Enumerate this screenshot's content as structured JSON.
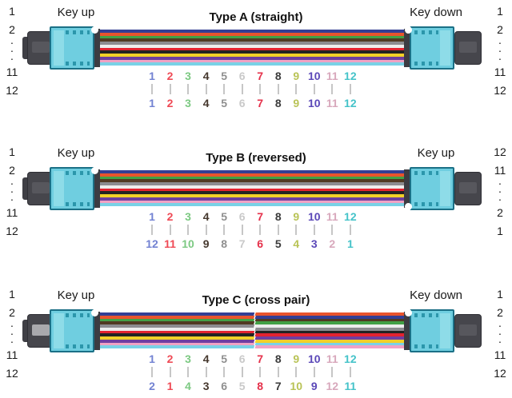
{
  "palette": {
    "text_color": "#1a1a1a",
    "tick_color": "#c6c6c6",
    "digit_colors": [
      "#7282d2",
      "#ef4a55",
      "#7cc982",
      "#46382e",
      "#8f8f8f",
      "#c9c9c9",
      "#e5304a",
      "#3b3b3b",
      "#b9c356",
      "#5b48b8",
      "#d8a8bc",
      "#45c3c9"
    ],
    "fiber_colors": [
      "#333e94",
      "#e8542c",
      "#42a046",
      "#503a22",
      "#8c8c90",
      "#ededed",
      "#e32330",
      "#232323",
      "#f2d028",
      "#6f3fa0",
      "#f0a2c4",
      "#79d2e6"
    ],
    "fiber_color_names": [
      "blue",
      "orange",
      "green",
      "brown",
      "slate",
      "white",
      "red",
      "black",
      "yellow",
      "violet",
      "rose",
      "aqua"
    ],
    "connector": {
      "cap": "#3f3f45",
      "boot": "#46464c",
      "boot_outline": "#2f2f35",
      "tab_dark": "#57575d",
      "tab_light": "#a9a9ad",
      "body": "#6fcee0",
      "band": "#8edce8",
      "outline": "#1b7086",
      "tick": "#2b96ab",
      "bar": "#3c3c42",
      "dot": "#ffffff"
    }
  },
  "cables": [
    {
      "title": "Type A (straight)",
      "left_key_label": "Key up",
      "right_key_label": "Key down",
      "left_margin": [
        "1",
        "2",
        "·",
        "·",
        "·",
        "11",
        "12"
      ],
      "right_margin": [
        "1",
        "2",
        "·",
        "·",
        "·",
        "11",
        "12"
      ],
      "top_row": [
        "1",
        "2",
        "3",
        "4",
        "5",
        "6",
        "7",
        "8",
        "9",
        "10",
        "11",
        "12"
      ],
      "bottom_row": [
        "1",
        "2",
        "3",
        "4",
        "5",
        "6",
        "7",
        "8",
        "9",
        "10",
        "11",
        "12"
      ],
      "ribbon_left_fibers": [
        1,
        2,
        3,
        4,
        5,
        6,
        7,
        8,
        9,
        10,
        11,
        12
      ],
      "ribbon_right_fibers": [
        1,
        2,
        3,
        4,
        5,
        6,
        7,
        8,
        9,
        10,
        11,
        12
      ],
      "crossover": false,
      "right_dot_position": "top",
      "left_tab": "dark",
      "right_tab": "dark"
    },
    {
      "title": "Type B (reversed)",
      "left_key_label": "Key up",
      "right_key_label": "Key up",
      "left_margin": [
        "1",
        "2",
        "·",
        "·",
        "·",
        "11",
        "12"
      ],
      "right_margin": [
        "12",
        "11",
        "·",
        "·",
        "·",
        "2",
        "1"
      ],
      "top_row": [
        "1",
        "2",
        "3",
        "4",
        "5",
        "6",
        "7",
        "8",
        "9",
        "10",
        "11",
        "12"
      ],
      "bottom_row": [
        "12",
        "11",
        "10",
        "9",
        "8",
        "7",
        "6",
        "5",
        "4",
        "3",
        "2",
        "1"
      ],
      "ribbon_left_fibers": [
        1,
        2,
        3,
        4,
        5,
        6,
        7,
        8,
        9,
        10,
        11,
        12
      ],
      "ribbon_right_fibers": [
        1,
        2,
        3,
        4,
        5,
        6,
        7,
        8,
        9,
        10,
        11,
        12
      ],
      "crossover": false,
      "right_dot_position": "bottom",
      "left_tab": "dark",
      "right_tab": "dark"
    },
    {
      "title": "Type C (cross pair)",
      "left_key_label": "Key up",
      "right_key_label": "Key down",
      "left_margin": [
        "1",
        "2",
        "·",
        "·",
        "·",
        "11",
        "12"
      ],
      "right_margin": [
        "1",
        "2",
        "·",
        "·",
        "·",
        "11",
        "12"
      ],
      "top_row": [
        "1",
        "2",
        "3",
        "4",
        "5",
        "6",
        "7",
        "8",
        "9",
        "10",
        "11",
        "12"
      ],
      "bottom_row": [
        "2",
        "1",
        "4",
        "3",
        "6",
        "5",
        "8",
        "7",
        "10",
        "9",
        "12",
        "11"
      ],
      "ribbon_left_fibers": [
        1,
        2,
        3,
        4,
        5,
        6,
        7,
        8,
        9,
        10,
        11,
        12
      ],
      "ribbon_right_fibers": [
        2,
        1,
        4,
        3,
        6,
        5,
        8,
        7,
        10,
        9,
        12,
        11
      ],
      "crossover": true,
      "right_dot_position": "top",
      "left_tab": "light",
      "right_tab": "dark"
    }
  ]
}
